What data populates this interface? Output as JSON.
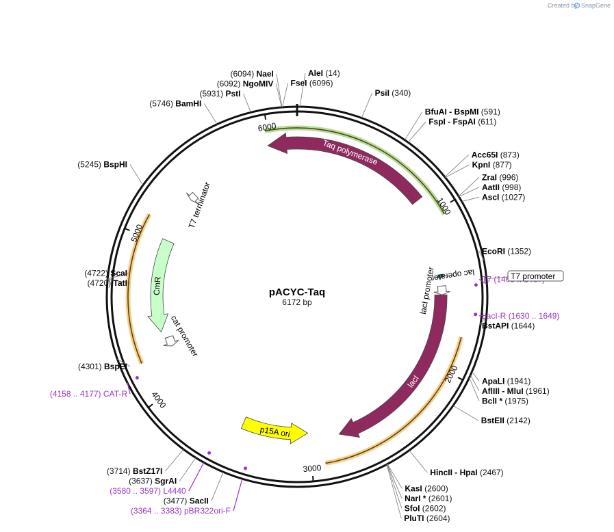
{
  "app": {
    "watermark": "Created by",
    "brand": "SnapGene"
  },
  "plasmid": {
    "name": "pACYC-Taq",
    "size": "6172 bp",
    "total_bp": 6172
  },
  "ruler": [
    {
      "label": "1000",
      "bp": 1000
    },
    {
      "label": "2000",
      "bp": 2000
    },
    {
      "label": "3000",
      "bp": 3000
    },
    {
      "label": "4000",
      "bp": 4000
    },
    {
      "label": "5000",
      "bp": 5000
    },
    {
      "label": "6000",
      "bp": 6000
    }
  ],
  "features": [
    {
      "name": "Taq polymerase",
      "start": 5984,
      "end": 880,
      "dir": -1,
      "color": "#8e2a5e",
      "type": "arrow"
    },
    {
      "name": "lacI",
      "start": 1530,
      "end": 2795,
      "dir": 1,
      "color": "#8e2a5e",
      "type": "arrow"
    },
    {
      "name": "p15A ori",
      "start": 3010,
      "end": 3480,
      "dir": -1,
      "color": "#ffff00",
      "type": "arrow"
    },
    {
      "name": "CmR",
      "start": 4380,
      "end": 5030,
      "dir": -1,
      "color": "#c8ffc8",
      "type": "arrow"
    },
    {
      "name": "lac operator",
      "start": 1392,
      "end": 1412,
      "dir": 1,
      "color": "#2a7f8e",
      "type": "box"
    },
    {
      "name": "lacI promoter",
      "start": 1470,
      "end": 1530,
      "dir": 1,
      "color": "#ffffff",
      "type": "small-arrow"
    },
    {
      "name": "cat promoter",
      "start": 4260,
      "end": 4330,
      "dir": -1,
      "color": "#ffffff",
      "type": "small-arrow"
    },
    {
      "name": "T7 terminator",
      "start": 5355,
      "end": 5400,
      "dir": -1,
      "color": "#ffffff",
      "type": "small-arrow"
    }
  ],
  "outer_arcs": [
    {
      "start": 5984,
      "end": 1040,
      "dir": -1,
      "color": "#7ac143"
    },
    {
      "start": 1780,
      "end": 2920,
      "dir": 1,
      "color": "#f5a623"
    },
    {
      "start": 4230,
      "end": 5130,
      "dir": 1,
      "color": "#f5a623"
    }
  ],
  "sites": [
    {
      "pos": "(14)",
      "name": "AleI",
      "bp": 14,
      "side": "right"
    },
    {
      "pos": "(340)",
      "name": "PsiI",
      "bp": 340,
      "side": "right"
    },
    {
      "pos": "(591)",
      "name": "BfuAI  -  BspMI",
      "bp": 591,
      "side": "right"
    },
    {
      "pos": "(611)",
      "name": "FspI  -  FspAI",
      "bp": 611,
      "side": "right"
    },
    {
      "pos": "(873)",
      "name": "Acc65I",
      "bp": 873,
      "side": "right"
    },
    {
      "pos": "(877)",
      "name": "KpnI",
      "bp": 877,
      "side": "right"
    },
    {
      "pos": "(996)",
      "name": "ZraI",
      "bp": 996,
      "side": "right"
    },
    {
      "pos": "(998)",
      "name": "AatII",
      "bp": 998,
      "side": "right"
    },
    {
      "pos": "(1027)",
      "name": "AscI",
      "bp": 1027,
      "side": "right"
    },
    {
      "pos": "(1352)",
      "name": "EcoRI",
      "bp": 1352,
      "side": "right"
    },
    {
      "pos": "(1644)",
      "name": "BstAPI",
      "bp": 1644,
      "side": "right"
    },
    {
      "pos": "(1941)",
      "name": "ApaLI",
      "bp": 1941,
      "side": "right"
    },
    {
      "pos": "(1961)",
      "name": "AflIII  -  MluI",
      "bp": 1961,
      "side": "right"
    },
    {
      "pos": "(1975)",
      "name": "BclI *",
      "bp": 1975,
      "side": "right"
    },
    {
      "pos": "(2142)",
      "name": "BstEII",
      "bp": 2142,
      "side": "right"
    },
    {
      "pos": "(2467)",
      "name": "HincII  -  HpaI",
      "bp": 2467,
      "side": "right"
    },
    {
      "pos": "(2600)",
      "name": "KasI",
      "bp": 2600,
      "side": "right"
    },
    {
      "pos": "(2601)",
      "name": "NarI *",
      "bp": 2601,
      "side": "right"
    },
    {
      "pos": "(2602)",
      "name": "SfoI",
      "bp": 2602,
      "side": "right"
    },
    {
      "pos": "(2604)",
      "name": "PluTI",
      "bp": 2604,
      "side": "right"
    },
    {
      "pos": "(3477)",
      "name": "SacII",
      "bp": 3477,
      "side": "left"
    },
    {
      "pos": "(3637)",
      "name": "SgrAI",
      "bp": 3637,
      "side": "left"
    },
    {
      "pos": "(3714)",
      "name": "BstZ17I",
      "bp": 3714,
      "side": "left"
    },
    {
      "pos": "(4301)",
      "name": "BspEI",
      "bp": 4301,
      "side": "left"
    },
    {
      "pos": "(4720)",
      "name": "TatI",
      "bp": 4720,
      "side": "left"
    },
    {
      "pos": "(4722)",
      "name": "ScaI",
      "bp": 4722,
      "side": "left"
    },
    {
      "pos": "(5245)",
      "name": "BspHI",
      "bp": 5245,
      "side": "left"
    },
    {
      "pos": "(5746)",
      "name": "BamHI",
      "bp": 5746,
      "side": "left"
    },
    {
      "pos": "(5931)",
      "name": "PstI",
      "bp": 5931,
      "side": "left"
    },
    {
      "pos": "(6092)",
      "name": "NgoMIV",
      "bp": 6092,
      "side": "left"
    },
    {
      "pos": "(6094)",
      "name": "NaeI",
      "bp": 6094,
      "side": "left"
    },
    {
      "pos": "(6096)",
      "name": "FseI",
      "bp": 6096,
      "side": "right"
    }
  ],
  "primers": [
    {
      "name": "T7",
      "range": "(1468 .. 1487)",
      "bp": 1478,
      "side": "right"
    },
    {
      "name": "LacI-R",
      "range": "(1630 .. 1649)",
      "bp": 1640,
      "side": "right"
    },
    {
      "name": "CAT-R",
      "range": "(4158 .. 4177)",
      "bp": 4168,
      "side": "left"
    },
    {
      "name": "L4440",
      "range": "(3580 .. 3597)",
      "bp": 3589,
      "side": "left"
    },
    {
      "name": "pBR322ori-F",
      "range": "(3364 .. 3383)",
      "bp": 3373,
      "side": "left"
    }
  ],
  "boxed_label": {
    "text": "T7 promoter",
    "bp": 1450
  }
}
